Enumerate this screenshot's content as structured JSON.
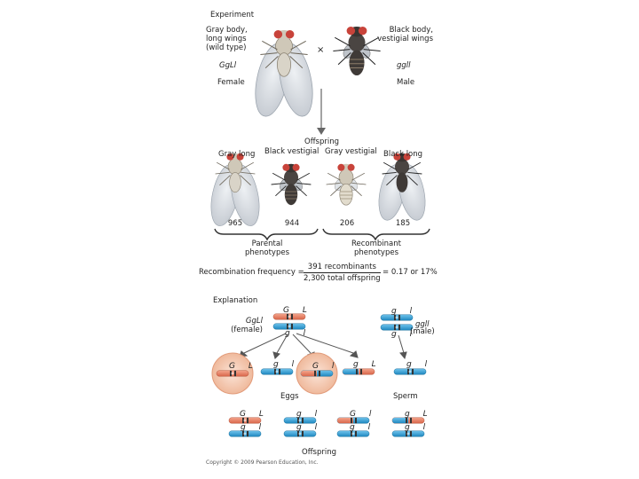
{
  "experiment": {
    "heading": "Experiment",
    "female": {
      "phenotype": "Gray body, long wings (wild type)",
      "genotype": "GgLl",
      "sex": "Female"
    },
    "male": {
      "phenotype": "Black body, vestigial wings",
      "genotype": "ggll",
      "sex": "Male"
    },
    "cross_symbol": "×"
  },
  "offspring": {
    "heading": "Offspring",
    "classes": [
      {
        "label": "Gray long",
        "count": "965"
      },
      {
        "label": "Black vestigial",
        "count": "944"
      },
      {
        "label": "Gray vestigial",
        "count": "206"
      },
      {
        "label": "Black long",
        "count": "185"
      }
    ],
    "parental_label": "Parental phenotypes",
    "recombinant_label": "Recombinant phenotypes"
  },
  "recombination": {
    "lead": "Recombination frequency =",
    "numerator": "391 recombinants",
    "denominator": "2,300 total offspring",
    "result": "= 0.17 or 17%"
  },
  "explanation": {
    "heading": "Explanation",
    "female_genotype": "GgLl",
    "female_sex": "(female)",
    "male_genotype": "ggll",
    "male_sex": "(male)",
    "female_top": "G L",
    "female_bottom": "g l",
    "male_top": "g l",
    "male_bottom": "g l",
    "eggs": [
      "G L",
      "g l",
      "G l",
      "g L"
    ],
    "sperm": "g l",
    "eggs_label": "Eggs",
    "sperm_label": "Sperm",
    "offspring_pairs": [
      {
        "top": "G L",
        "bottom": "g l"
      },
      {
        "top": "g l",
        "bottom": "g l"
      },
      {
        "top": "G l",
        "bottom": "g l"
      },
      {
        "top": "g L",
        "bottom": "g l"
      }
    ],
    "offspring_label": "Offspring"
  },
  "copyright": "Copyright © 2009 Pearson Education, Inc.",
  "colors": {
    "maternal": "#e8836a",
    "paternal": "#2e9ed4",
    "band": "#333333",
    "egg": "#f2c0a8",
    "grayfly": "#d9d4c8",
    "blackfly": "#4a4542"
  }
}
